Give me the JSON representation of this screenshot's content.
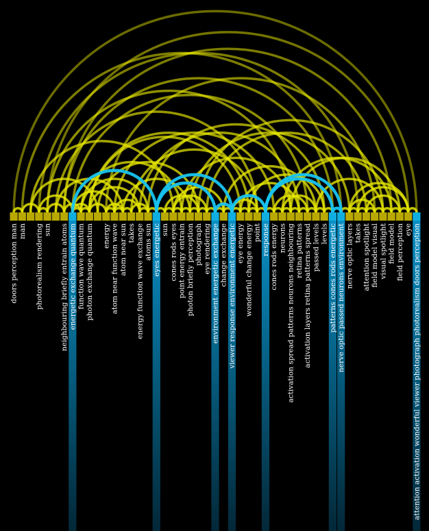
{
  "colors": {
    "background": "#000000",
    "node_default": "#b8a800",
    "node_highlight": "#10aee0",
    "arc_default": "#e6e600",
    "arc_highlight": "#18c4f0",
    "bar_top": "#0a8fc4",
    "bar_bottom": "#032838",
    "label": "#ffffff"
  },
  "nodes": [
    {
      "label": "doors perception man",
      "highlight": false
    },
    {
      "label": "man",
      "highlight": false
    },
    {
      "label": "",
      "highlight": false
    },
    {
      "label": "photorealism rendering",
      "highlight": false
    },
    {
      "label": "sun",
      "highlight": false
    },
    {
      "label": "",
      "highlight": false
    },
    {
      "label": "neighbouring briefly entrain atoms",
      "highlight": false
    },
    {
      "label": "energetic exchange quantum",
      "highlight": true
    },
    {
      "label": "function wave quantum",
      "highlight": false
    },
    {
      "label": "photon exchange quantum",
      "highlight": false
    },
    {
      "label": "",
      "highlight": false
    },
    {
      "label": "energy",
      "highlight": false
    },
    {
      "label": "atom near function wave",
      "highlight": false
    },
    {
      "label": "atom near sun",
      "highlight": false
    },
    {
      "label": "takes",
      "highlight": false
    },
    {
      "label": "energy function wave exchange",
      "highlight": false
    },
    {
      "label": "atoms sun",
      "highlight": false
    },
    {
      "label": "eyes energetic",
      "highlight": true
    },
    {
      "label": "sun",
      "highlight": false
    },
    {
      "label": "cones rods eyes",
      "highlight": false
    },
    {
      "label": "point energy entrain",
      "highlight": false
    },
    {
      "label": "photon briefly perception",
      "highlight": false
    },
    {
      "label": "photograph",
      "highlight": false
    },
    {
      "label": "eye rendering",
      "highlight": false
    },
    {
      "label": "environment energetic exchange",
      "highlight": true
    },
    {
      "label": "change exchange",
      "highlight": false
    },
    {
      "label": "viewer response environment energetic",
      "highlight": true
    },
    {
      "label": "eye energy",
      "highlight": false
    },
    {
      "label": "wonderful change energy",
      "highlight": false
    },
    {
      "label": "point",
      "highlight": false
    },
    {
      "label": "response",
      "highlight": true
    },
    {
      "label": "cones rods energy",
      "highlight": false
    },
    {
      "label": "neurons",
      "highlight": false
    },
    {
      "label": "activation spread patterns neurons neighbouring",
      "highlight": false
    },
    {
      "label": "retina patterns",
      "highlight": false
    },
    {
      "label": "activation layers retina patterns spread",
      "highlight": false
    },
    {
      "label": "passed levels",
      "highlight": false
    },
    {
      "label": "levels",
      "highlight": false
    },
    {
      "label": "patterns cones rods energetic",
      "highlight": true
    },
    {
      "label": "nerve optic passed neurons environment",
      "highlight": true
    },
    {
      "label": "nerve optic layers",
      "highlight": false
    },
    {
      "label": "takes",
      "highlight": false
    },
    {
      "label": "attention spotlight",
      "highlight": false
    },
    {
      "label": "field model visual",
      "highlight": false
    },
    {
      "label": "visual spotlight",
      "highlight": false
    },
    {
      "label": "field model",
      "highlight": false
    },
    {
      "label": "field perception",
      "highlight": false
    },
    {
      "label": "eye",
      "highlight": false
    },
    {
      "label": "attention activation wonderful viewer photograph photorealism doors perception",
      "highlight": true
    }
  ],
  "links": [
    [
      0,
      1
    ],
    [
      0,
      48
    ],
    [
      1,
      3
    ],
    [
      3,
      4
    ],
    [
      4,
      6
    ],
    [
      3,
      7
    ],
    [
      6,
      8
    ],
    [
      7,
      8
    ],
    [
      8,
      9
    ],
    [
      7,
      9
    ],
    [
      9,
      11
    ],
    [
      11,
      12
    ],
    [
      12,
      13
    ],
    [
      13,
      14
    ],
    [
      12,
      15
    ],
    [
      14,
      16
    ],
    [
      15,
      16
    ],
    [
      7,
      17
    ],
    [
      16,
      17
    ],
    [
      8,
      16
    ],
    [
      9,
      15
    ],
    [
      7,
      12
    ],
    [
      11,
      13
    ],
    [
      17,
      18
    ],
    [
      18,
      19
    ],
    [
      19,
      20
    ],
    [
      20,
      21
    ],
    [
      21,
      22
    ],
    [
      22,
      23
    ],
    [
      19,
      23
    ],
    [
      17,
      24
    ],
    [
      23,
      24
    ],
    [
      24,
      25
    ],
    [
      17,
      26
    ],
    [
      24,
      26
    ],
    [
      25,
      26
    ],
    [
      26,
      27
    ],
    [
      27,
      28
    ],
    [
      28,
      29
    ],
    [
      26,
      30
    ],
    [
      29,
      30
    ],
    [
      26,
      29
    ],
    [
      30,
      31
    ],
    [
      31,
      32
    ],
    [
      32,
      33
    ],
    [
      33,
      34
    ],
    [
      34,
      35
    ],
    [
      35,
      36
    ],
    [
      36,
      37
    ],
    [
      32,
      36
    ],
    [
      30,
      38
    ],
    [
      37,
      38
    ],
    [
      38,
      39
    ],
    [
      30,
      39
    ],
    [
      39,
      40
    ],
    [
      40,
      41
    ],
    [
      41,
      42
    ],
    [
      42,
      43
    ],
    [
      43,
      44
    ],
    [
      44,
      45
    ],
    [
      45,
      46
    ],
    [
      46,
      47
    ],
    [
      47,
      48
    ],
    [
      42,
      46
    ],
    [
      40,
      47
    ],
    [
      6,
      38
    ],
    [
      1,
      39
    ],
    [
      4,
      33
    ],
    [
      3,
      41
    ],
    [
      7,
      35
    ],
    [
      9,
      28
    ],
    [
      12,
      31
    ],
    [
      14,
      29
    ],
    [
      15,
      34
    ],
    [
      16,
      37
    ],
    [
      20,
      33
    ],
    [
      21,
      40
    ],
    [
      22,
      44
    ],
    [
      23,
      42
    ],
    [
      25,
      36
    ],
    [
      27,
      34
    ],
    [
      28,
      37
    ],
    [
      31,
      35
    ],
    [
      32,
      45
    ],
    [
      11,
      43
    ],
    [
      13,
      21
    ],
    [
      18,
      22
    ],
    [
      19,
      25
    ],
    [
      4,
      47
    ],
    [
      6,
      45
    ],
    [
      8,
      20
    ],
    [
      9,
      27
    ],
    [
      10,
      22
    ],
    [
      5,
      13
    ],
    [
      2,
      10
    ],
    [
      36,
      44
    ],
    [
      33,
      46
    ],
    [
      40,
      43
    ],
    [
      2,
      19
    ],
    [
      5,
      29
    ],
    [
      41,
      47
    ]
  ]
}
